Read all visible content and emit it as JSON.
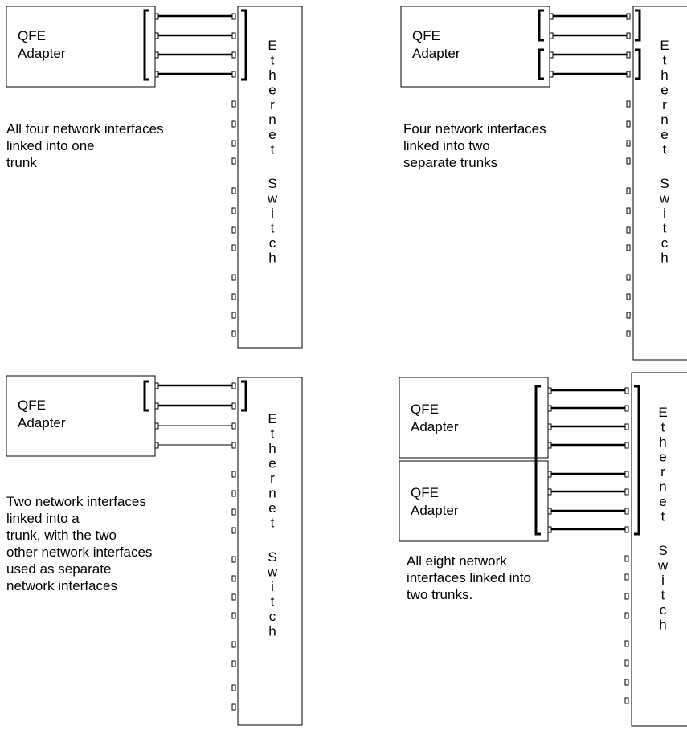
{
  "panels": [
    {
      "adapters": [
        {
          "line1": "QFE",
          "line2": "Adapter"
        }
      ],
      "switch_label": "Ethernet Switch",
      "caption": [
        "All four network interfaces",
        "linked into one",
        "trunk"
      ]
    },
    {
      "adapters": [
        {
          "line1": "QFE",
          "line2": "Adapter"
        }
      ],
      "switch_label": "Ethernet Switch",
      "caption": [
        "Four network interfaces",
        "linked into two",
        "separate trunks"
      ]
    },
    {
      "adapters": [
        {
          "line1": "QFE",
          "line2": "Adapter"
        }
      ],
      "switch_label": "Ethernet Switch",
      "caption": [
        "Two network interfaces",
        "linked into a",
        "trunk, with the two",
        "other network interfaces",
        "used as separate",
        "network interfaces"
      ]
    },
    {
      "adapters": [
        {
          "line1": "QFE",
          "line2": "Adapter"
        },
        {
          "line1": "QFE",
          "line2": "Adapter"
        }
      ],
      "switch_label": "Ethernet Switch",
      "caption": [
        "All eight network",
        "interfaces linked into",
        "two trunks."
      ]
    }
  ]
}
